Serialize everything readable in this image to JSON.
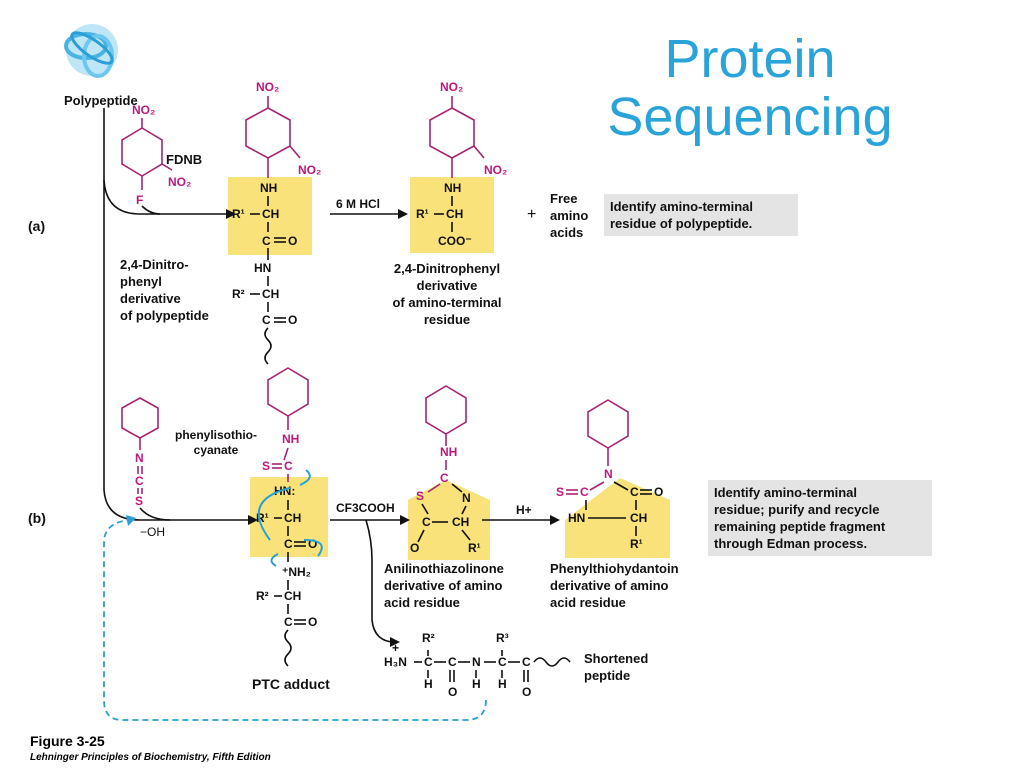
{
  "title_line1": "Protein",
  "title_line2": "Sequencing",
  "polypeptide_label": "Polypeptide",
  "part_a": "(a)",
  "part_b": "(b)",
  "fdnb": "FDNB",
  "reagent_a": "6 M HCl",
  "dnp_polypeptide": [
    "2,4-Dinitro-",
    "phenyl",
    "derivative",
    "of polypeptide"
  ],
  "dnp_terminal": [
    "2,4-Dinitrophenyl",
    "derivative",
    "of amino-terminal",
    "residue"
  ],
  "free_amino_acids": [
    "Free",
    "amino",
    "acids"
  ],
  "plus": "+",
  "box_a": [
    "Identify amino-terminal",
    "residue of polypeptide."
  ],
  "pitc": [
    "phenylisothio-",
    "cyanate"
  ],
  "hydroxide": "−OH",
  "reagent_b1": "CF3COOH",
  "reagent_b2": "H+",
  "ptc_adduct": "PTC adduct",
  "anilino": [
    "Anilinothiazolinone",
    "derivative of amino",
    "acid residue"
  ],
  "phenylthio": [
    "Phenylthiohydantoin",
    "derivative of amino",
    "acid residue"
  ],
  "box_b": [
    "Identify amino-terminal",
    "residue; purify and recycle",
    "remaining peptide fragment",
    "through Edman process."
  ],
  "shortened": [
    "Shortened",
    "peptide"
  ],
  "figure": "Figure 3-25",
  "source": "Lehninger Principles of Biochemistry, Fifth Edition",
  "colors": {
    "title": "#2aa4d8",
    "highlight": "#f9e27a",
    "nitro": "#c0177d",
    "arrow_curve": "#2a9fd6",
    "box_bg": "#e4e4e4"
  }
}
